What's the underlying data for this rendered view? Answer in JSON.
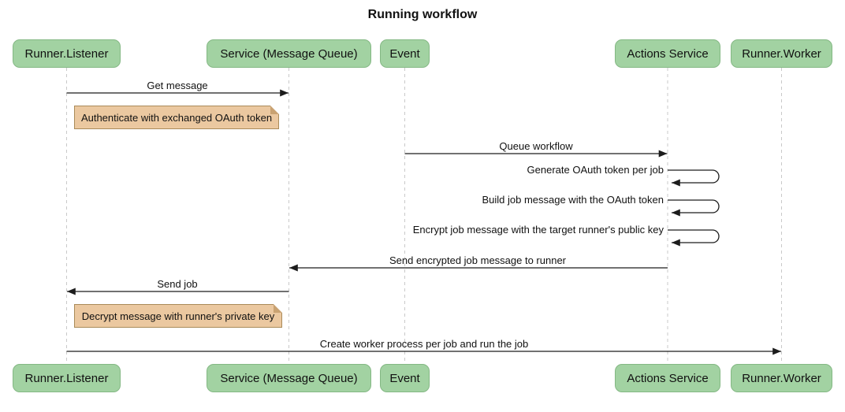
{
  "title": "Running workflow",
  "participants": [
    {
      "label": "Runner.Listener"
    },
    {
      "label": "Service (Message Queue)"
    },
    {
      "label": "Event"
    },
    {
      "label": "Actions Service"
    },
    {
      "label": "Runner.Worker"
    }
  ],
  "messages": {
    "get_message": "Get message",
    "queue_workflow": "Queue workflow",
    "generate_token": "Generate OAuth token per job",
    "build_job": "Build job message with the OAuth token",
    "encrypt_job": "Encrypt job message with the target runner's public key",
    "send_encrypted": "Send encrypted job message to runner",
    "send_job": "Send job",
    "create_worker": "Create worker process per job and run the job"
  },
  "notes": {
    "authenticate": "Authenticate with exchanged OAuth token",
    "decrypt": "Decrypt message with runner's private key"
  },
  "colors": {
    "participant_fill": "#a2d2a2",
    "participant_border": "#84b884",
    "note_fill": "#ebc8a0",
    "note_border": "#aa8b5a",
    "note_fold": "#c9a272",
    "line": "#1c1c1c",
    "lifeline": "#c9c9c9",
    "text": "#111111",
    "background": "#ffffff"
  }
}
